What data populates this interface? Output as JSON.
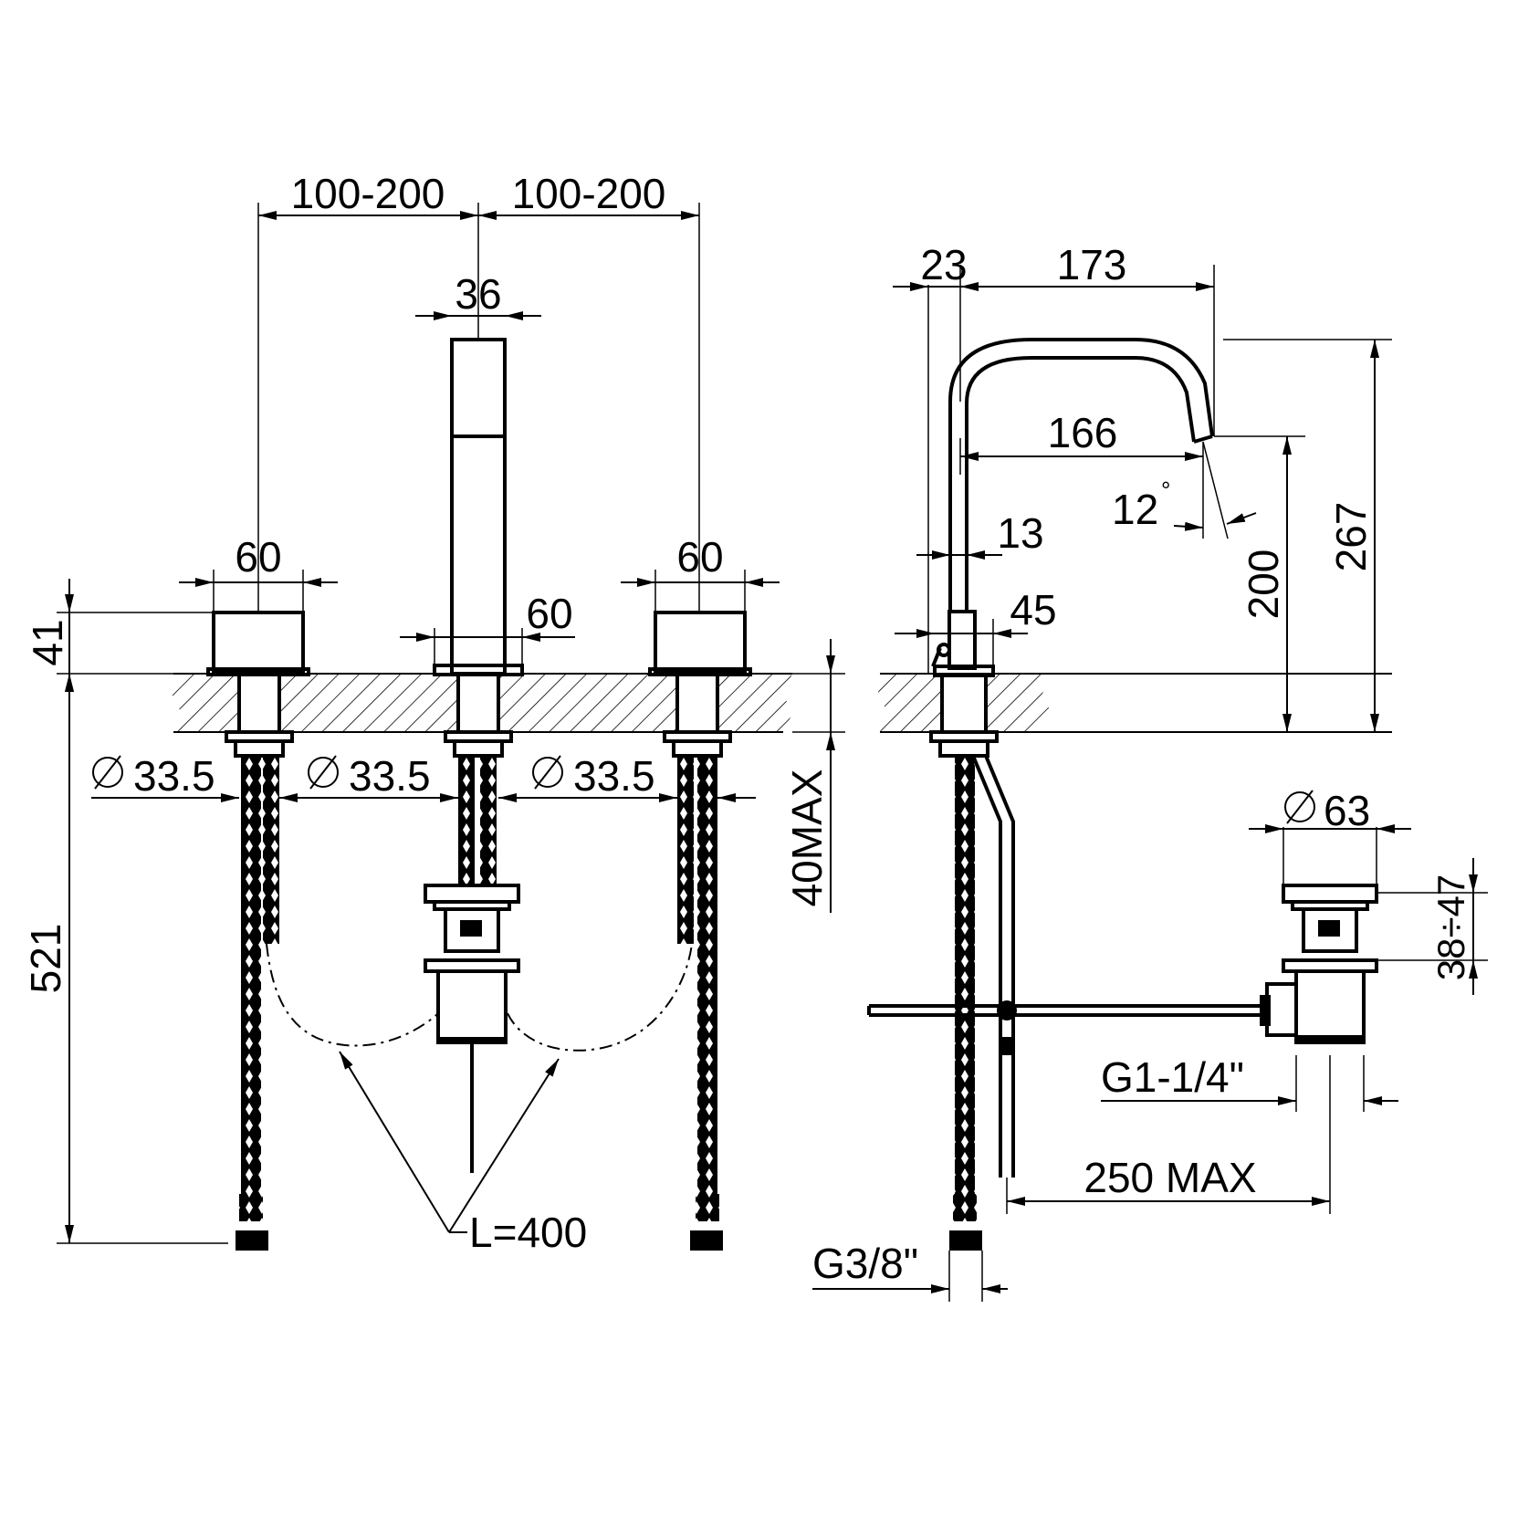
{
  "drawing": {
    "dimensions": {
      "spacing_left": "100-200",
      "spacing_right": "100-200",
      "spout_width": "36",
      "handle_left_width": "60",
      "handle_right_width": "60",
      "spout_base_width": "60",
      "handle_height": "41",
      "hose_length": "521",
      "hole_diameter_1": "33.5",
      "hole_diameter_2": "33.5",
      "hole_diameter_3": "33.5",
      "deck_thickness": "40MAX",
      "hose_loop": "L=400",
      "side_offset": "23",
      "spout_reach_total": "173",
      "spout_reach": "166",
      "spout_angle": "12",
      "spout_angle_unit": "°",
      "stem_diameter": "13",
      "base_diameter": "45",
      "outlet_height": "200",
      "total_height": "267",
      "drain_diameter": "63",
      "drain_height": "38÷47",
      "drain_thread": "G1-1/4\"",
      "rod_length": "250 MAX",
      "hose_thread": "G3/8\""
    }
  }
}
